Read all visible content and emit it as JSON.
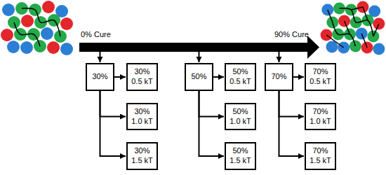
{
  "diagram": {
    "nodes": [
      {
        "text": [
          "30%"
        ]
      },
      {
        "text": [
          "30% 0.5 kT"
        ]
      },
      {
        "text": [
          "30% 1.0 kT"
        ]
      },
      {
        "text": [
          "30% 1.5 kT"
        ]
      },
      {
        "text": [
          "50%"
        ]
      },
      {
        "text": [
          "50% 0.5 kT"
        ]
      },
      {
        "text": [
          "50% 1.0 kT"
        ]
      },
      {
        "text": [
          "50% 1.5 kT"
        ]
      },
      {
        "text": [
          "70%"
        ]
      },
      {
        "text": [
          "70% 0.5 kT"
        ]
      },
      {
        "text": [
          "70% 1.0 kT"
        ]
      },
      {
        "text": [
          "70% 1.5 kT"
        ]
      }
    ],
    "edges": [
      {
        "from": 0,
        "to": 1,
        "arrow": "to"
      },
      {
        "from": 0,
        "to": 2,
        "arrow": "to"
      },
      {
        "from": 0,
        "to": 3,
        "arrow": "to"
      },
      {
        "from": 4,
        "to": 5,
        "arrow": "to"
      },
      {
        "from": 4,
        "to": 6,
        "arrow": "to"
      },
      {
        "from": 4,
        "to": 7,
        "arrow": "to"
      },
      {
        "from": 8,
        "to": 9,
        "arrow": "to"
      },
      {
        "from": 8,
        "to": 10,
        "arrow": "to"
      },
      {
        "from": 8,
        "to": 11,
        "arrow": "to"
      }
    ],
    "labels": [
      "0% Cure",
      "90% Cure"
    ]
  }
}
